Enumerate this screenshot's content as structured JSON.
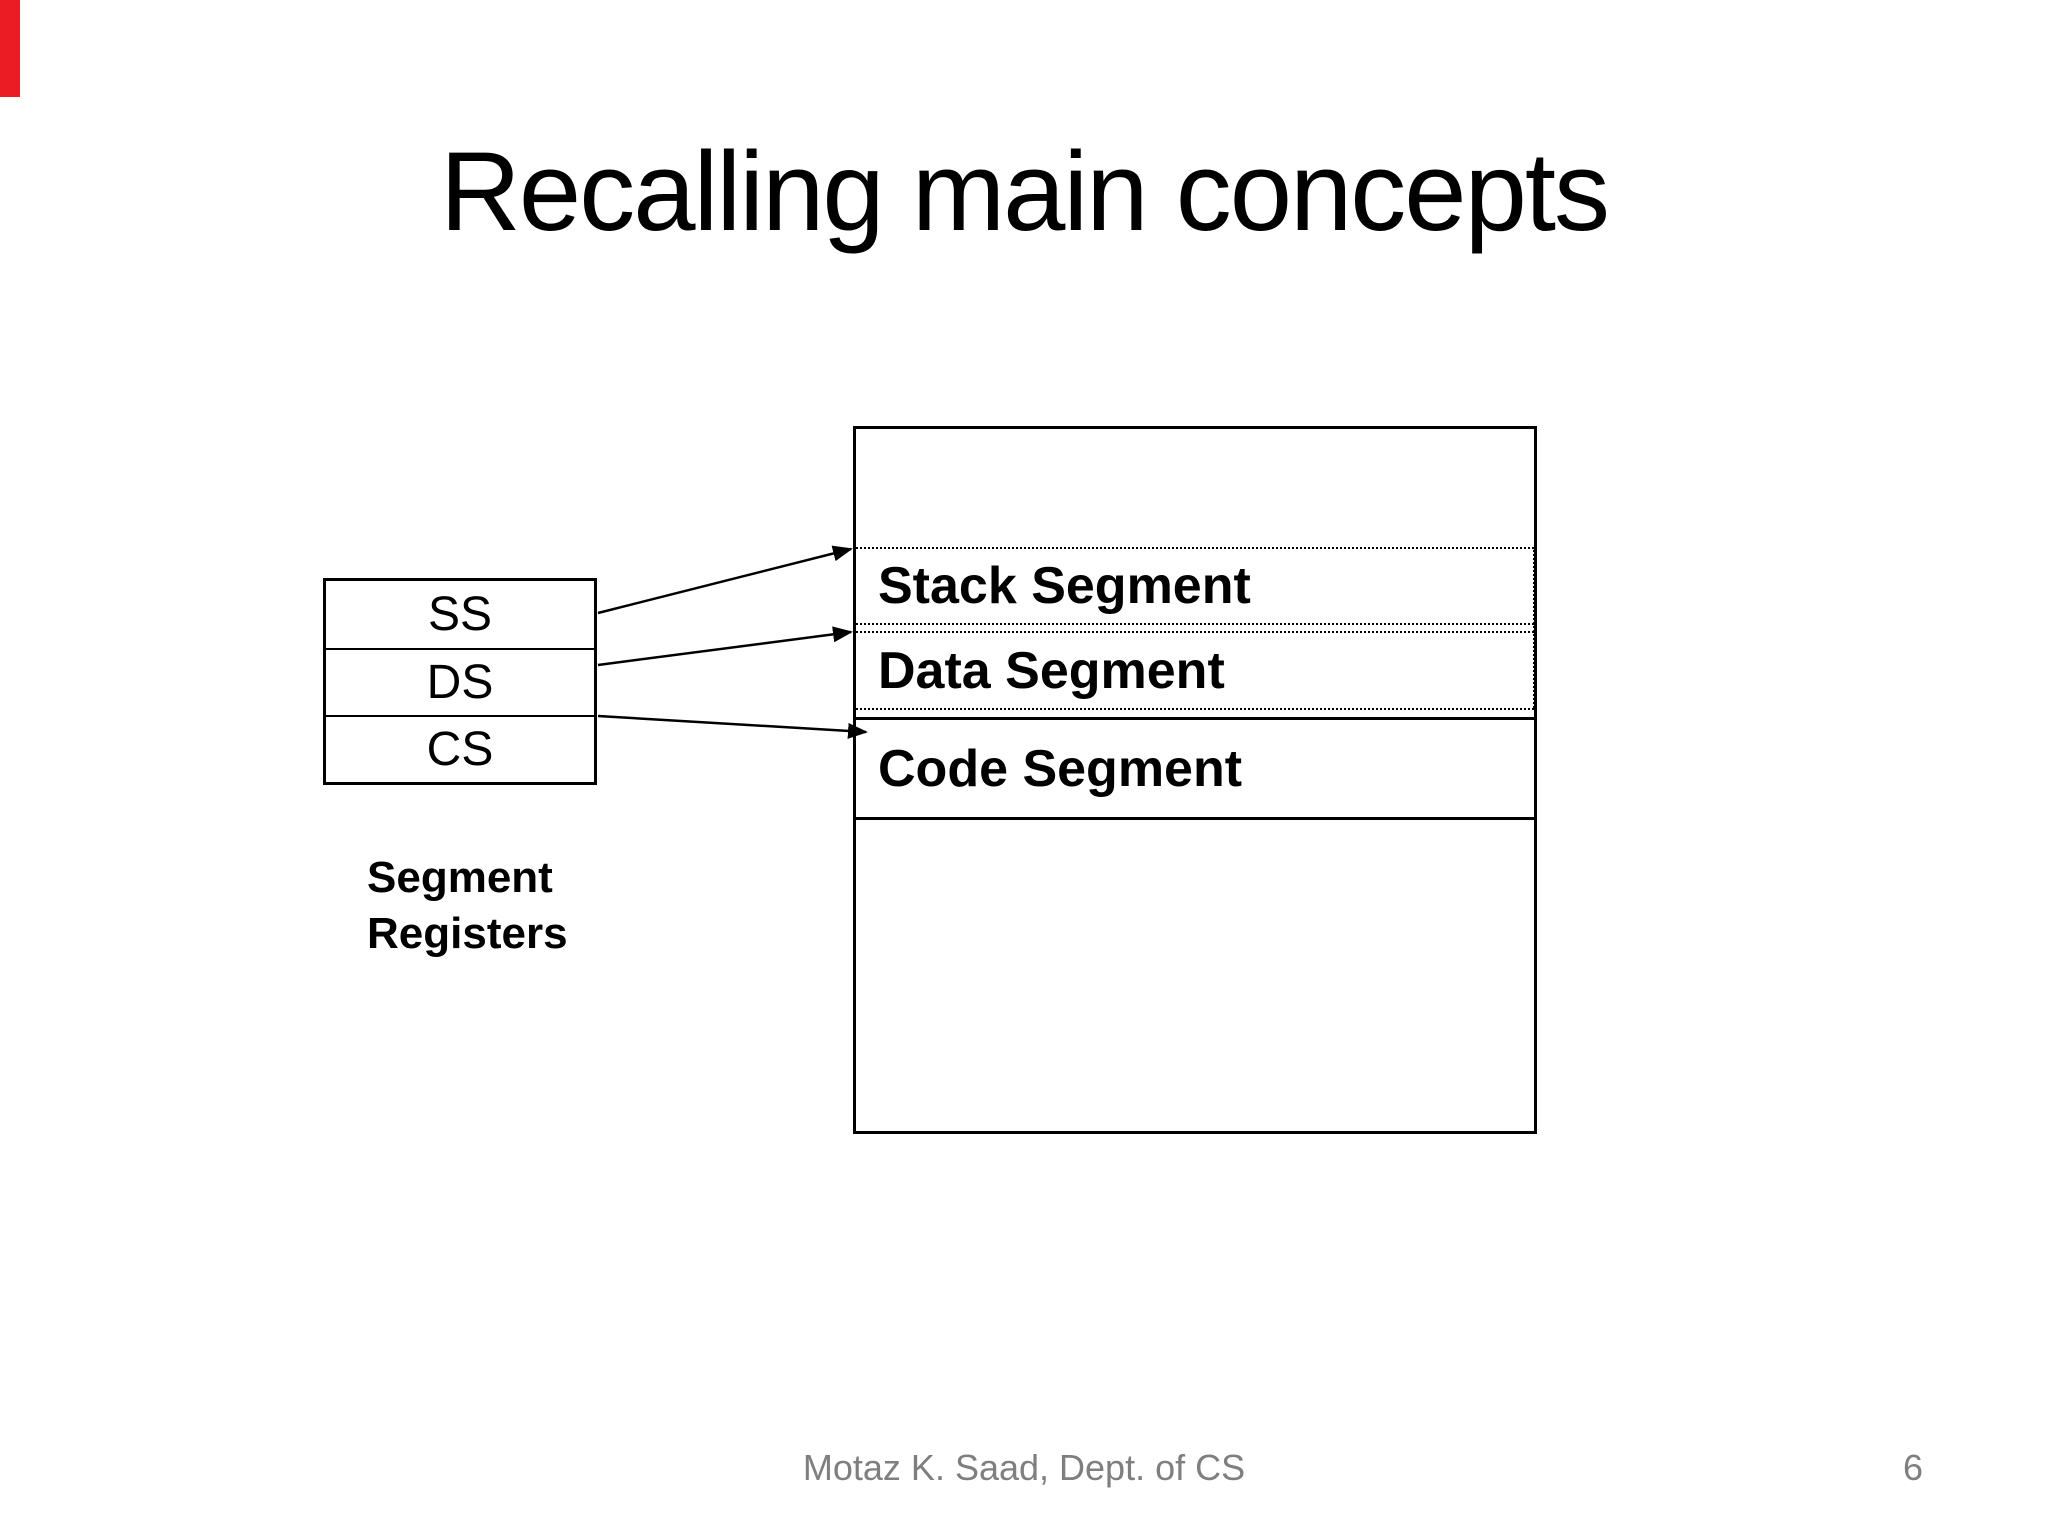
{
  "slide": {
    "title": "Recalling main concepts",
    "footer": "Motaz K. Saad, Dept. of CS",
    "page_number": "6"
  },
  "registers": {
    "caption_line1": "Segment",
    "caption_line2": "Registers",
    "items": [
      {
        "label": "SS"
      },
      {
        "label": "DS"
      },
      {
        "label": "CS"
      }
    ]
  },
  "memory": {
    "segments": [
      {
        "name": "Stack Segment"
      },
      {
        "name": "Data Segment"
      },
      {
        "name": "Code Segment"
      }
    ]
  },
  "colors": {
    "accent_red": "#EC1C24",
    "footer_gray": "#7F7F7F",
    "line_black": "#000000"
  }
}
